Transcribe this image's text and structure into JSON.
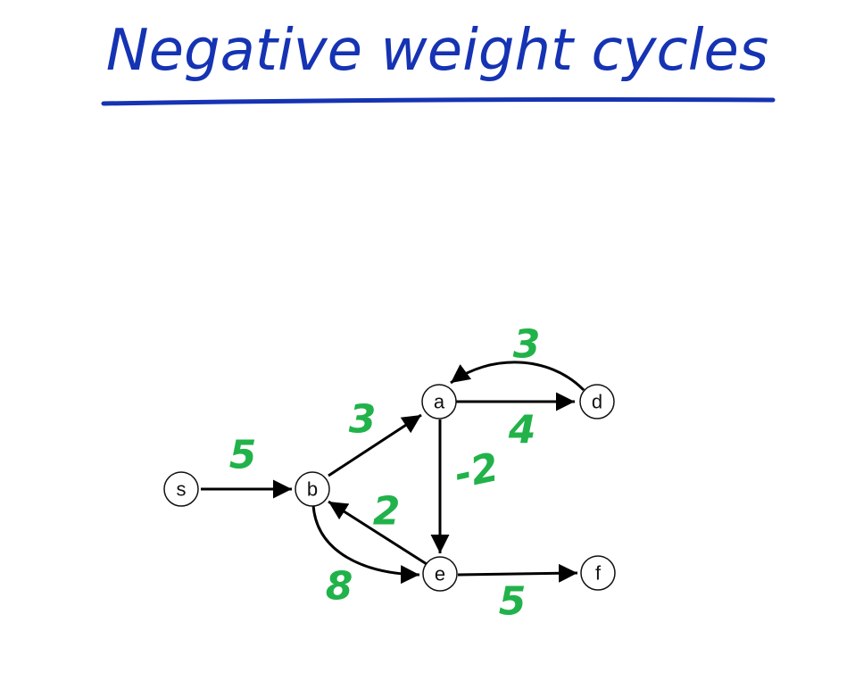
{
  "title": "Negative weight cycles",
  "colors": {
    "title": "#1533b3",
    "weights": "#21b24a",
    "edges": "#000000"
  },
  "graph": {
    "nodes": [
      "s",
      "b",
      "a",
      "d",
      "e",
      "f"
    ],
    "edges": [
      {
        "from": "s",
        "to": "b",
        "weight": "5"
      },
      {
        "from": "b",
        "to": "a",
        "weight": "3"
      },
      {
        "from": "a",
        "to": "d",
        "weight": "4"
      },
      {
        "from": "d",
        "to": "a",
        "weight": "3"
      },
      {
        "from": "a",
        "to": "e",
        "weight": "-2"
      },
      {
        "from": "e",
        "to": "b",
        "weight": "2"
      },
      {
        "from": "b",
        "to": "e",
        "weight": "8"
      },
      {
        "from": "e",
        "to": "f",
        "weight": "5"
      }
    ]
  }
}
